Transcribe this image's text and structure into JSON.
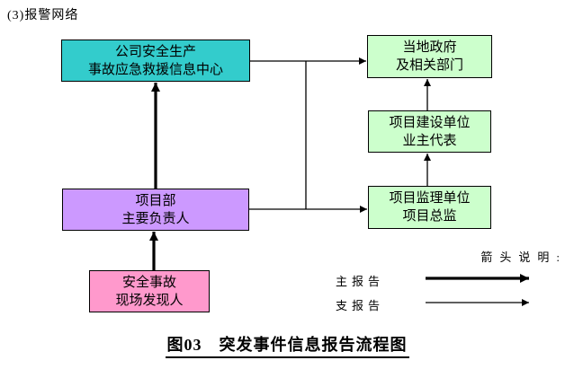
{
  "heading": "(3)报警网络",
  "caption": "图03　突发事件信息报告流程图",
  "nodes": {
    "info_center": {
      "line1": "公司安全生产",
      "line2": "事故应急救援信息中心"
    },
    "local_government": {
      "line1": "当地政府",
      "line2": "及相关部门"
    },
    "construction_unit": {
      "line1": "项目建设单位",
      "line2": "业主代表"
    },
    "supervision_unit": {
      "line1": "项目监理单位",
      "line2": "项目总监"
    },
    "project_department": {
      "line1": "项目部",
      "line2": "主要负责人"
    },
    "site_discoverer": {
      "line1": "安全事故",
      "line2": "现场发现人"
    }
  },
  "colors": {
    "info_center": "#33CCCC",
    "local_government": "#CCFFCC",
    "construction_unit": "#CCFFCC",
    "supervision_unit": "#CCFFCC",
    "project_department": "#CC99FF",
    "site_discoverer": "#FF99CC",
    "border": "#000000",
    "background": "#FFFFFF"
  },
  "legend": {
    "title": "箭头说明:",
    "items": [
      {
        "label": "主报告",
        "arrow": "thick"
      },
      {
        "label": "支报告",
        "arrow": "thin"
      }
    ]
  },
  "edges": [
    {
      "from": "site_discoverer",
      "to": "project_department",
      "type": "主报告"
    },
    {
      "from": "project_department",
      "to": "info_center",
      "type": "主报告"
    },
    {
      "from": "info_center",
      "to": "local_government",
      "type": "支报告"
    },
    {
      "from": "project_department",
      "to": "supervision_unit",
      "type": "支报告"
    },
    {
      "from": "supervision_unit",
      "to": "construction_unit",
      "type": "支报告"
    },
    {
      "from": "construction_unit",
      "to": "local_government",
      "type": "支报告"
    }
  ]
}
